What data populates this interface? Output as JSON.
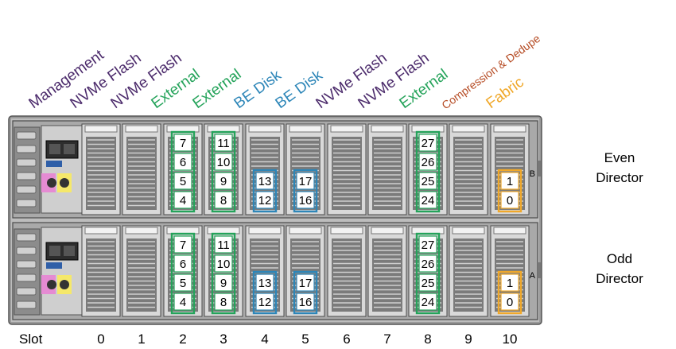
{
  "colors": {
    "management": "#4b2a6b",
    "nvme": "#4b2a6b",
    "external": "#24a35a",
    "be_disk": "#2d86b8",
    "compression": "#b54a22",
    "fabric": "#f0a82a"
  },
  "slot_labels": [
    {
      "slot": 0,
      "text": "Management",
      "type": "management"
    },
    {
      "slot": 1,
      "text": "NVMe Flash",
      "type": "nvme"
    },
    {
      "slot": 2,
      "text": "NVMe Flash",
      "type": "nvme"
    },
    {
      "slot": 3,
      "text": "External",
      "type": "external"
    },
    {
      "slot": 4,
      "text": "External",
      "type": "external"
    },
    {
      "slot": 5,
      "text": "BE Disk",
      "type": "be_disk"
    },
    {
      "slot": 6,
      "text": "BE Disk",
      "type": "be_disk"
    },
    {
      "slot": 7,
      "text": "NVMe Flash",
      "type": "nvme"
    },
    {
      "slot": 8,
      "text": "NVMe Flash",
      "type": "nvme"
    },
    {
      "slot": 9,
      "text": "External",
      "type": "external"
    },
    {
      "slot": 10,
      "text": "Compression & Dedupe",
      "type": "compression"
    },
    {
      "slot": 11,
      "text": "Fabric",
      "type": "fabric"
    }
  ],
  "slot_axis": {
    "label": "Slot",
    "numbers": [
      "0",
      "1",
      "2",
      "3",
      "4",
      "5",
      "6",
      "7",
      "8",
      "9",
      "10"
    ]
  },
  "directors": [
    {
      "name_line1": "Even",
      "name_line2": "Director",
      "chassis_letter": "B"
    },
    {
      "name_line1": "Odd",
      "name_line2": "Director",
      "chassis_letter": "A"
    }
  ],
  "port_groups": [
    {
      "slot": 2,
      "type": "external",
      "ports": [
        "7",
        "6",
        "5",
        "4"
      ]
    },
    {
      "slot": 3,
      "type": "external",
      "ports": [
        "11",
        "10",
        "9",
        "8"
      ]
    },
    {
      "slot": 4,
      "type": "be_disk",
      "ports": [
        "13",
        "12"
      ]
    },
    {
      "slot": 5,
      "type": "be_disk",
      "ports": [
        "17",
        "16"
      ]
    },
    {
      "slot": 8,
      "type": "external",
      "ports": [
        "27",
        "26",
        "25",
        "24"
      ]
    },
    {
      "slot": 10,
      "type": "fabric",
      "ports": [
        "1",
        "0"
      ]
    }
  ]
}
